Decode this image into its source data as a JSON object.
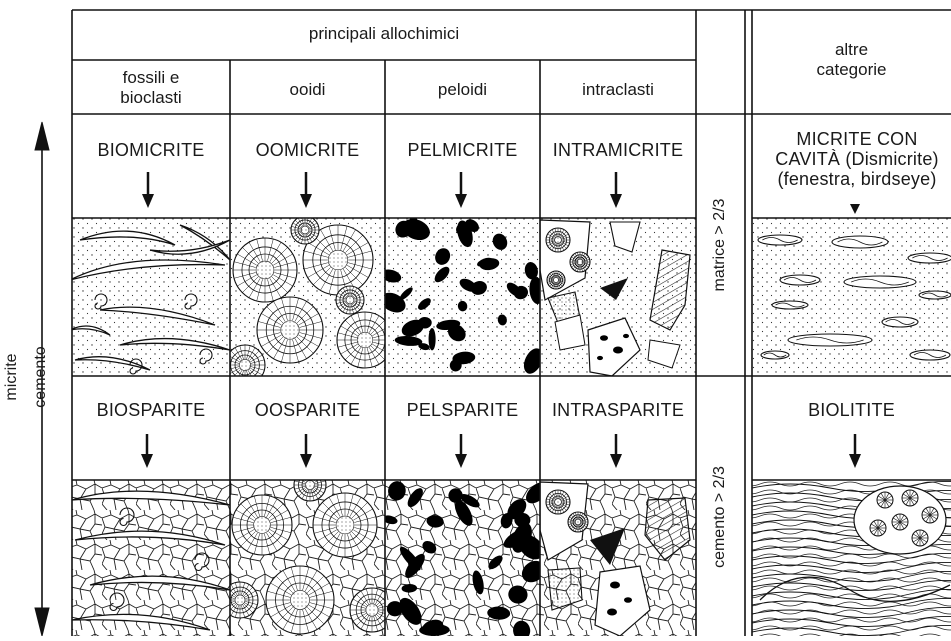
{
  "header": {
    "main": "principali allochimici",
    "columns": [
      "fossili e\nbioclasti",
      "ooidi",
      "peloidi",
      "intraclasti"
    ],
    "other": "altre\ncategorie"
  },
  "rows": [
    {
      "side_label": "matrice > 2/3",
      "names": [
        "BIOMICRITE",
        "OOMICRITE",
        "PELMICRITE",
        "INTRAMICRITE"
      ],
      "other_name": "MICRITE CON\nCAVITÀ (Dismicrite)\n(fenestra, birdseye)"
    },
    {
      "side_label": "cemento > 2/3",
      "names": [
        "BIOSPARITE",
        "OOSPARITE",
        "PELSPARITE",
        "INTRASPARITE"
      ],
      "other_name": "BIOLITITE"
    }
  ],
  "axis": {
    "left_label": "micrite",
    "right_label": "cemento"
  }
}
